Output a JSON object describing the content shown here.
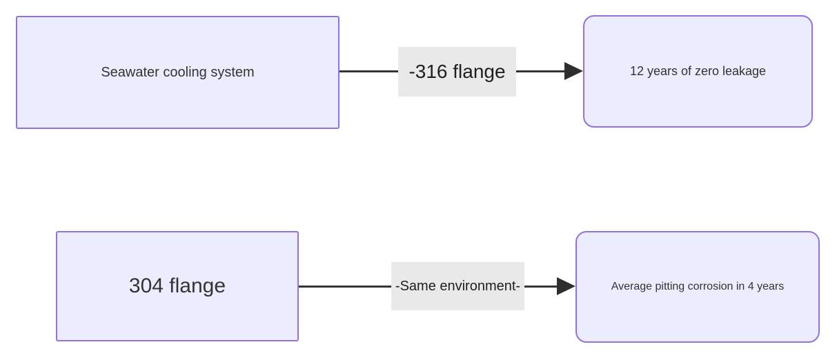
{
  "diagram": {
    "type": "flowchart-left-to-right",
    "colors": {
      "background": "#ffffff",
      "node_fill": "#ECECFF",
      "node_border": "#9370DB",
      "edge_line": "#333333",
      "arrowhead": "#2e2e2e",
      "edge_label_bg": "#e9e9e9",
      "text": "#333333"
    },
    "rows": [
      {
        "source": {
          "label": "Seawater cooling system",
          "shape": "rectangle"
        },
        "edge": {
          "label": "-316 flange",
          "direction": "right"
        },
        "target": {
          "label": "12 years of zero leakage",
          "shape": "rounded-rectangle"
        }
      },
      {
        "source": {
          "label": "304 flange",
          "shape": "rectangle"
        },
        "edge": {
          "label": "-Same environment-",
          "direction": "right"
        },
        "target": {
          "label": "Average pitting corrosion in 4 years",
          "shape": "rounded-rectangle"
        }
      }
    ]
  }
}
